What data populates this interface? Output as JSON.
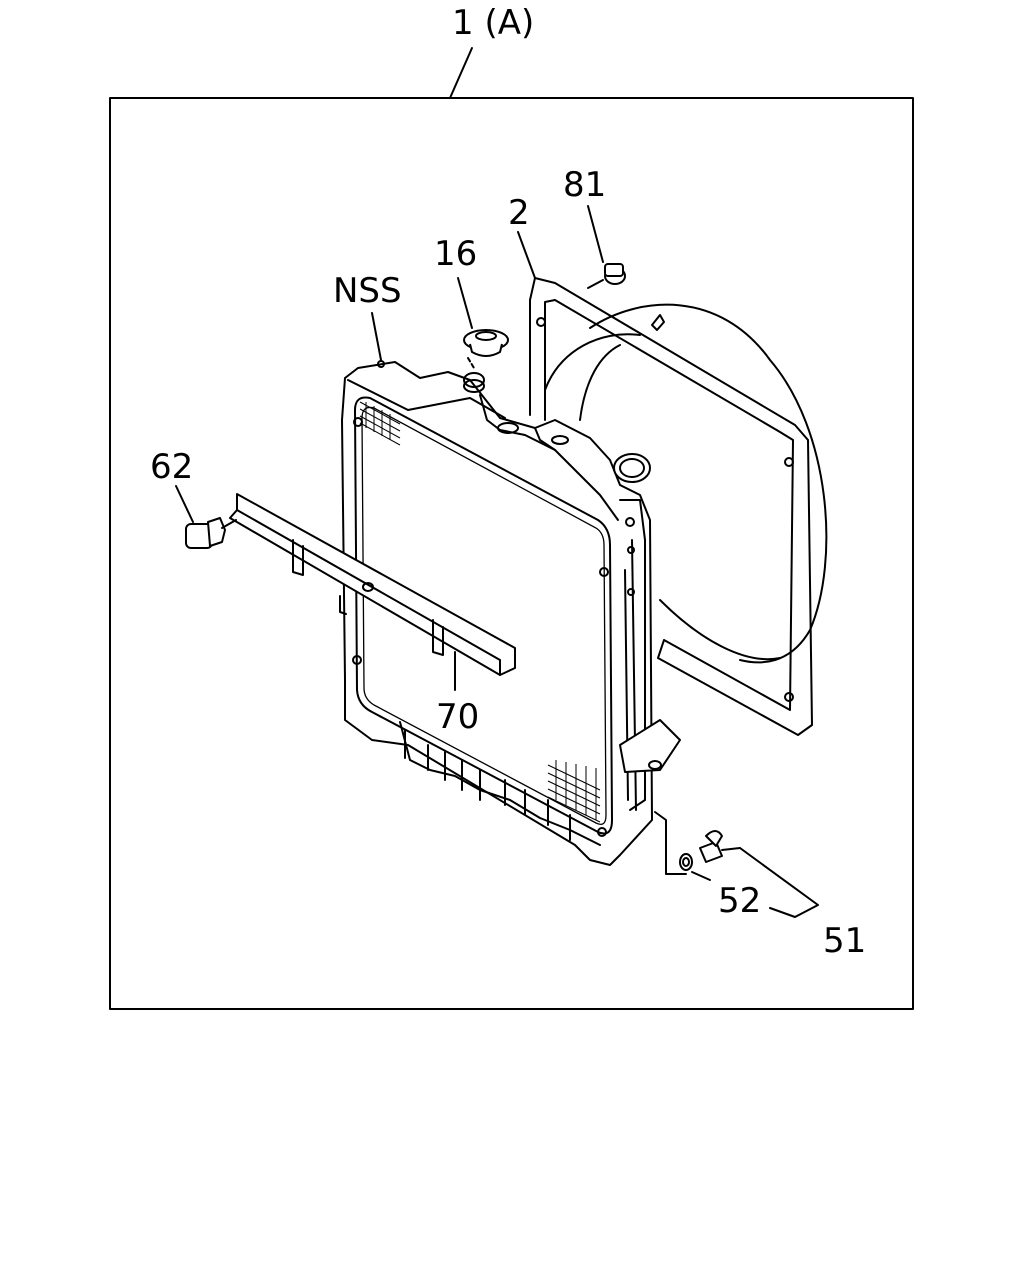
{
  "diagram": {
    "assembly_label": "1 (A)",
    "callouts": {
      "p2": "2",
      "p16": "16",
      "p51": "51",
      "p52": "52",
      "p62": "62",
      "p70": "70",
      "p81": "81",
      "nss": "NSS"
    }
  }
}
